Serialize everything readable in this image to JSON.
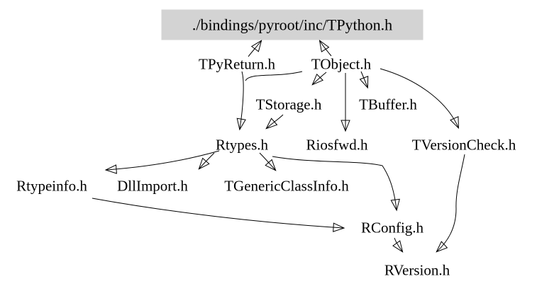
{
  "diagram": {
    "kind": "include-dependency-graph",
    "root_fill_color": "#d3d3d3",
    "edge_color": "#000000",
    "nodes": {
      "tpython": {
        "label": "./bindings/pyroot/inc/TPython.h"
      },
      "tpyreturn": {
        "label": "TPyReturn.h"
      },
      "tobject": {
        "label": "TObject.h"
      },
      "tstorage": {
        "label": "TStorage.h"
      },
      "tbuffer": {
        "label": "TBuffer.h"
      },
      "rtypes": {
        "label": "Rtypes.h"
      },
      "riosfwd": {
        "label": "Riosfwd.h"
      },
      "tversioncheck": {
        "label": "TVersionCheck.h"
      },
      "rtypeinfo": {
        "label": "Rtypeinfo.h"
      },
      "dllimport": {
        "label": "DllImport.h"
      },
      "tgenericclassinfo": {
        "label": "TGenericClassInfo.h"
      },
      "rconfig": {
        "label": "RConfig.h"
      },
      "rversion": {
        "label": "RVersion.h"
      }
    },
    "edges": [
      {
        "from": "TPyReturn.h",
        "to": "./bindings/pyroot/inc/TPython.h"
      },
      {
        "from": "TObject.h",
        "to": "./bindings/pyroot/inc/TPython.h"
      },
      {
        "from": "TObject.h",
        "to": "TStorage.h"
      },
      {
        "from": "TObject.h",
        "to": "TBuffer.h"
      },
      {
        "from": "TObject.h",
        "to": "Riosfwd.h"
      },
      {
        "from": "TObject.h",
        "to": "TVersionCheck.h"
      },
      {
        "from": "TObject.h",
        "to": "Rtypes.h"
      },
      {
        "from": "TPyReturn.h",
        "to": "Rtypes.h"
      },
      {
        "from": "TStorage.h",
        "to": "Rtypes.h"
      },
      {
        "from": "Rtypes.h",
        "to": "Rtypeinfo.h"
      },
      {
        "from": "Rtypes.h",
        "to": "DllImport.h"
      },
      {
        "from": "Rtypes.h",
        "to": "TGenericClassInfo.h"
      },
      {
        "from": "Rtypes.h",
        "to": "RConfig.h"
      },
      {
        "from": "Rtypeinfo.h",
        "to": "RConfig.h"
      },
      {
        "from": "RConfig.h",
        "to": "RVersion.h"
      },
      {
        "from": "TVersionCheck.h",
        "to": "RVersion.h"
      }
    ]
  }
}
